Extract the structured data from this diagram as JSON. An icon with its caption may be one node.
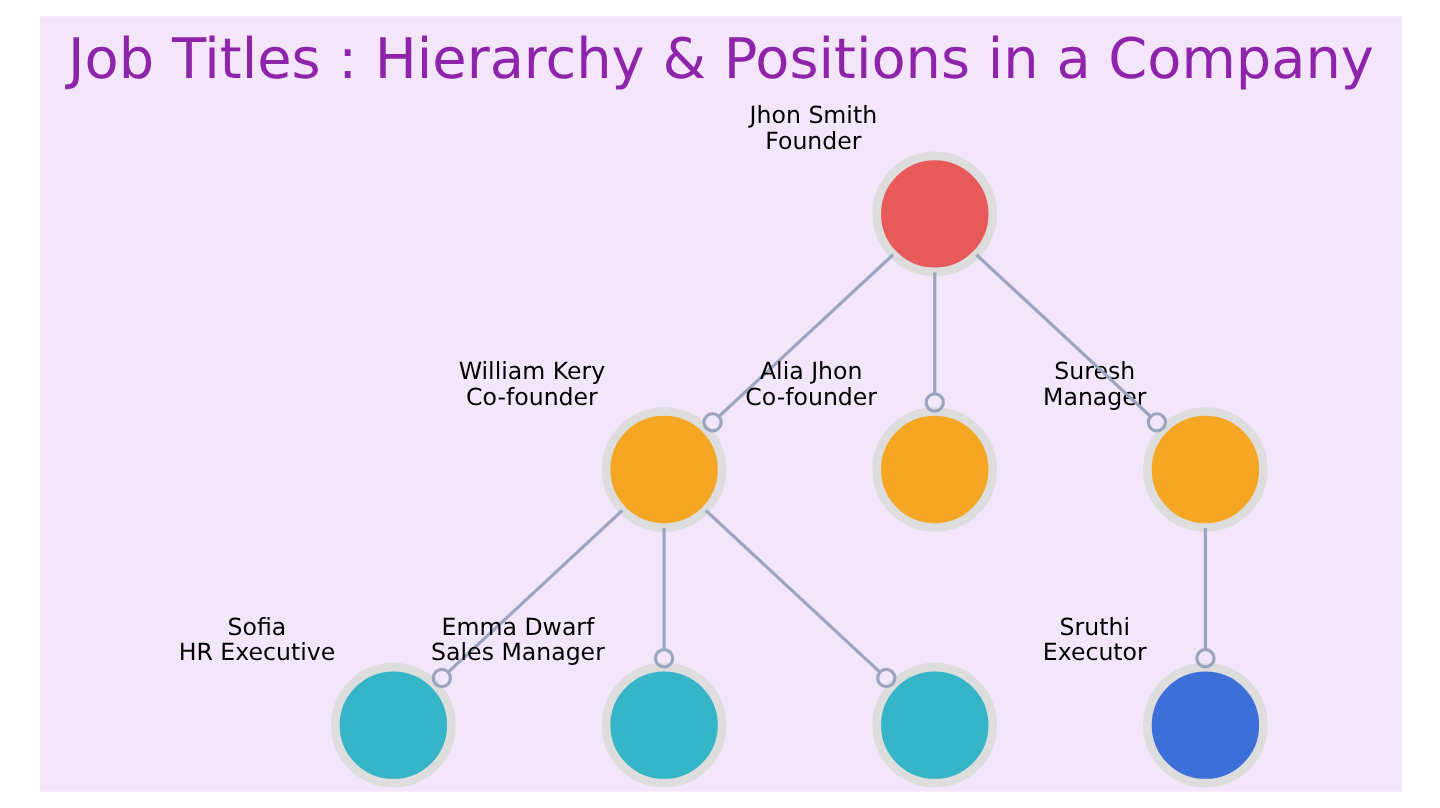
{
  "diagram": {
    "title": "Job Titles : Hierarchy & Positions in a Company",
    "nodes": [
      {
        "text": [],
        "shape": "person",
        "beside": [
          "Jhon Smith",
          "Founder"
        ]
      },
      {
        "text": [],
        "shape": "person",
        "beside": [
          "William Kery",
          "Co-founder"
        ]
      },
      {
        "text": [],
        "shape": "person",
        "beside": [
          "Alia Jhon",
          "Co-founder"
        ]
      },
      {
        "text": [],
        "shape": "person",
        "beside": [
          "Suresh",
          "Manager"
        ]
      },
      {
        "text": [],
        "shape": "person",
        "beside": [
          "Sofia",
          "HR Executive"
        ]
      },
      {
        "text": [],
        "shape": "person",
        "beside": [
          "Emma Dwarf",
          "Sales Manager"
        ]
      },
      {
        "text": [],
        "shape": "person"
      },
      {
        "text": [],
        "shape": "person",
        "beside": [
          "Sruthi",
          "Executor"
        ]
      }
    ],
    "edges": [
      {
        "from": 0,
        "to": 1,
        "arrow": "other"
      },
      {
        "from": 0,
        "to": 2,
        "arrow": "other"
      },
      {
        "from": 0,
        "to": 3,
        "arrow": "other"
      },
      {
        "from": 1,
        "to": 4,
        "arrow": "other"
      },
      {
        "from": 1,
        "to": 5,
        "arrow": "other"
      },
      {
        "from": 1,
        "to": 6,
        "arrow": "other"
      },
      {
        "from": 3,
        "to": 7,
        "arrow": "other"
      }
    ]
  }
}
